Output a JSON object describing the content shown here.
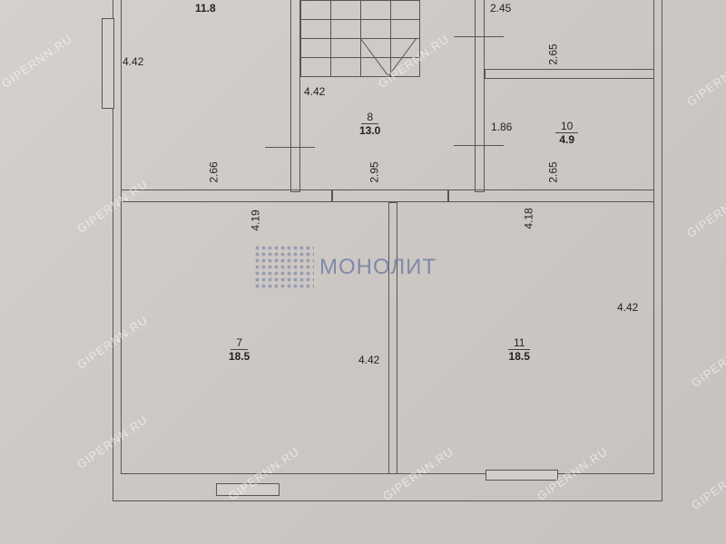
{
  "rooms": [
    {
      "number": "",
      "area": "11.8"
    },
    {
      "number": "8",
      "area": "13.0"
    },
    {
      "number": "10",
      "area": "4.9"
    },
    {
      "number": "7",
      "area": "18.5"
    },
    {
      "number": "11",
      "area": "18.5"
    }
  ],
  "dimensions": {
    "left_room_height": "4.42",
    "left_room_width": "2.66",
    "stair_length": "4.42",
    "stair_width": "2.95",
    "top_right_partial": "2.45",
    "room9_width": "2.65",
    "room10_height": "1.86",
    "room10_width": "2.65",
    "room7_width": "4.19",
    "room7_height": "4.42",
    "room11_width": "4.18",
    "room11_height": "4.42"
  },
  "logo": {
    "text": "МОНОЛИТ"
  },
  "watermark": "GIPERNN.RU"
}
